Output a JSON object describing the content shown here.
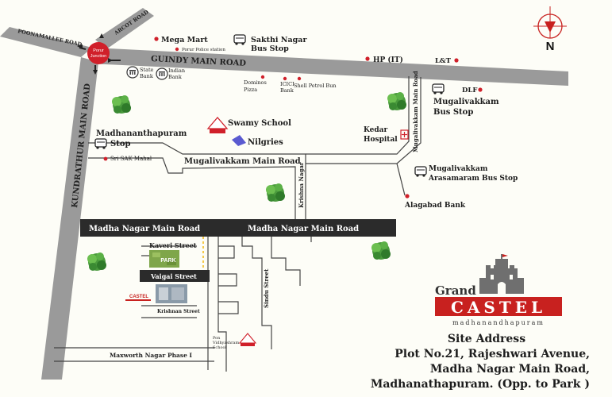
{
  "compass": {
    "north_label": "N"
  },
  "roads": {
    "poonamallee": "POONAMALLEE ROAD",
    "arcot": "ARCOT ROAD",
    "guindy": "GUINDY MAIN ROAD",
    "kundrathur": "KUNDRATHUR MAIN ROAD",
    "mugalivakkam_main": "Mugalivakkam Main Road",
    "mugalivakkam_main_vertical": "Mugalivakkam Main Road",
    "krishna_nagar": "Krishna Nagar",
    "madha_nagar_left": "Madha Nagar Main Road",
    "madha_nagar_right": "Madha Nagar Main Road",
    "kaveri": "Kaveri Street",
    "vaigai": "Vaigai Street",
    "krishnan": "Krishnan Street",
    "sindu": "Sindu Street",
    "maxworth": "Maxworth Nagar Phase I"
  },
  "junction": {
    "line1": "Porur",
    "line2": "Junction"
  },
  "places": {
    "mega_mart": "Mega Mart",
    "porur_police": "Porur Police station",
    "sakthi_nagar": "Sakthi Nagar",
    "bus_stop": "Bus Stop",
    "hp": "HP (IT)",
    "lt": "L&T",
    "state_bank_1": "State",
    "state_bank_2": "Bank",
    "indian_bank_1": "Indian",
    "indian_bank_2": "Bank",
    "dominos_1": "Dominos",
    "dominos_2": "Pizza",
    "icici_1": "ICICI",
    "icici_2": "Bank",
    "shell": "Shell Petrol Bun",
    "dlf": "DLF",
    "mugalivakkam_stop_1": "Mugalivakkam",
    "mugalivakkam_stop_2": "Bus Stop",
    "madhana_stop_1": "Madhananthapuram",
    "madhana_stop_2": "Stop",
    "swamy_school": "Swamy School",
    "nilgries": "Nilgries",
    "kedar_1": "Kedar",
    "kedar_2": "Hospital",
    "sri_sak": "Sri SAK Mahal",
    "arasamaram_1": "Mugalivakkam",
    "arasamaram_2": "Arasamaram Bus Stop",
    "alagabad": "Alagabad Bank",
    "park": "PARK",
    "site_castel": "CASTEL",
    "pon_school_1": "Pon",
    "pon_school_2": "Vidhyashram",
    "pon_school_3": "School"
  },
  "brand": {
    "grand": "Grand",
    "castel": "CASTEL",
    "tagline": "madhanandhapuram",
    "color": "#c8211f"
  },
  "address": {
    "title": "Site Address",
    "line1": "Plot No.21, Rajeshwari Avenue,",
    "line2": "Madha Nagar Main Road,",
    "line3": "Madhanathapuram.  (Opp. to Park )"
  },
  "colors": {
    "main_road": "#999999",
    "dark_road": "#2b2b2b",
    "marker": "#d0202a",
    "tree": "#3f8f35"
  }
}
